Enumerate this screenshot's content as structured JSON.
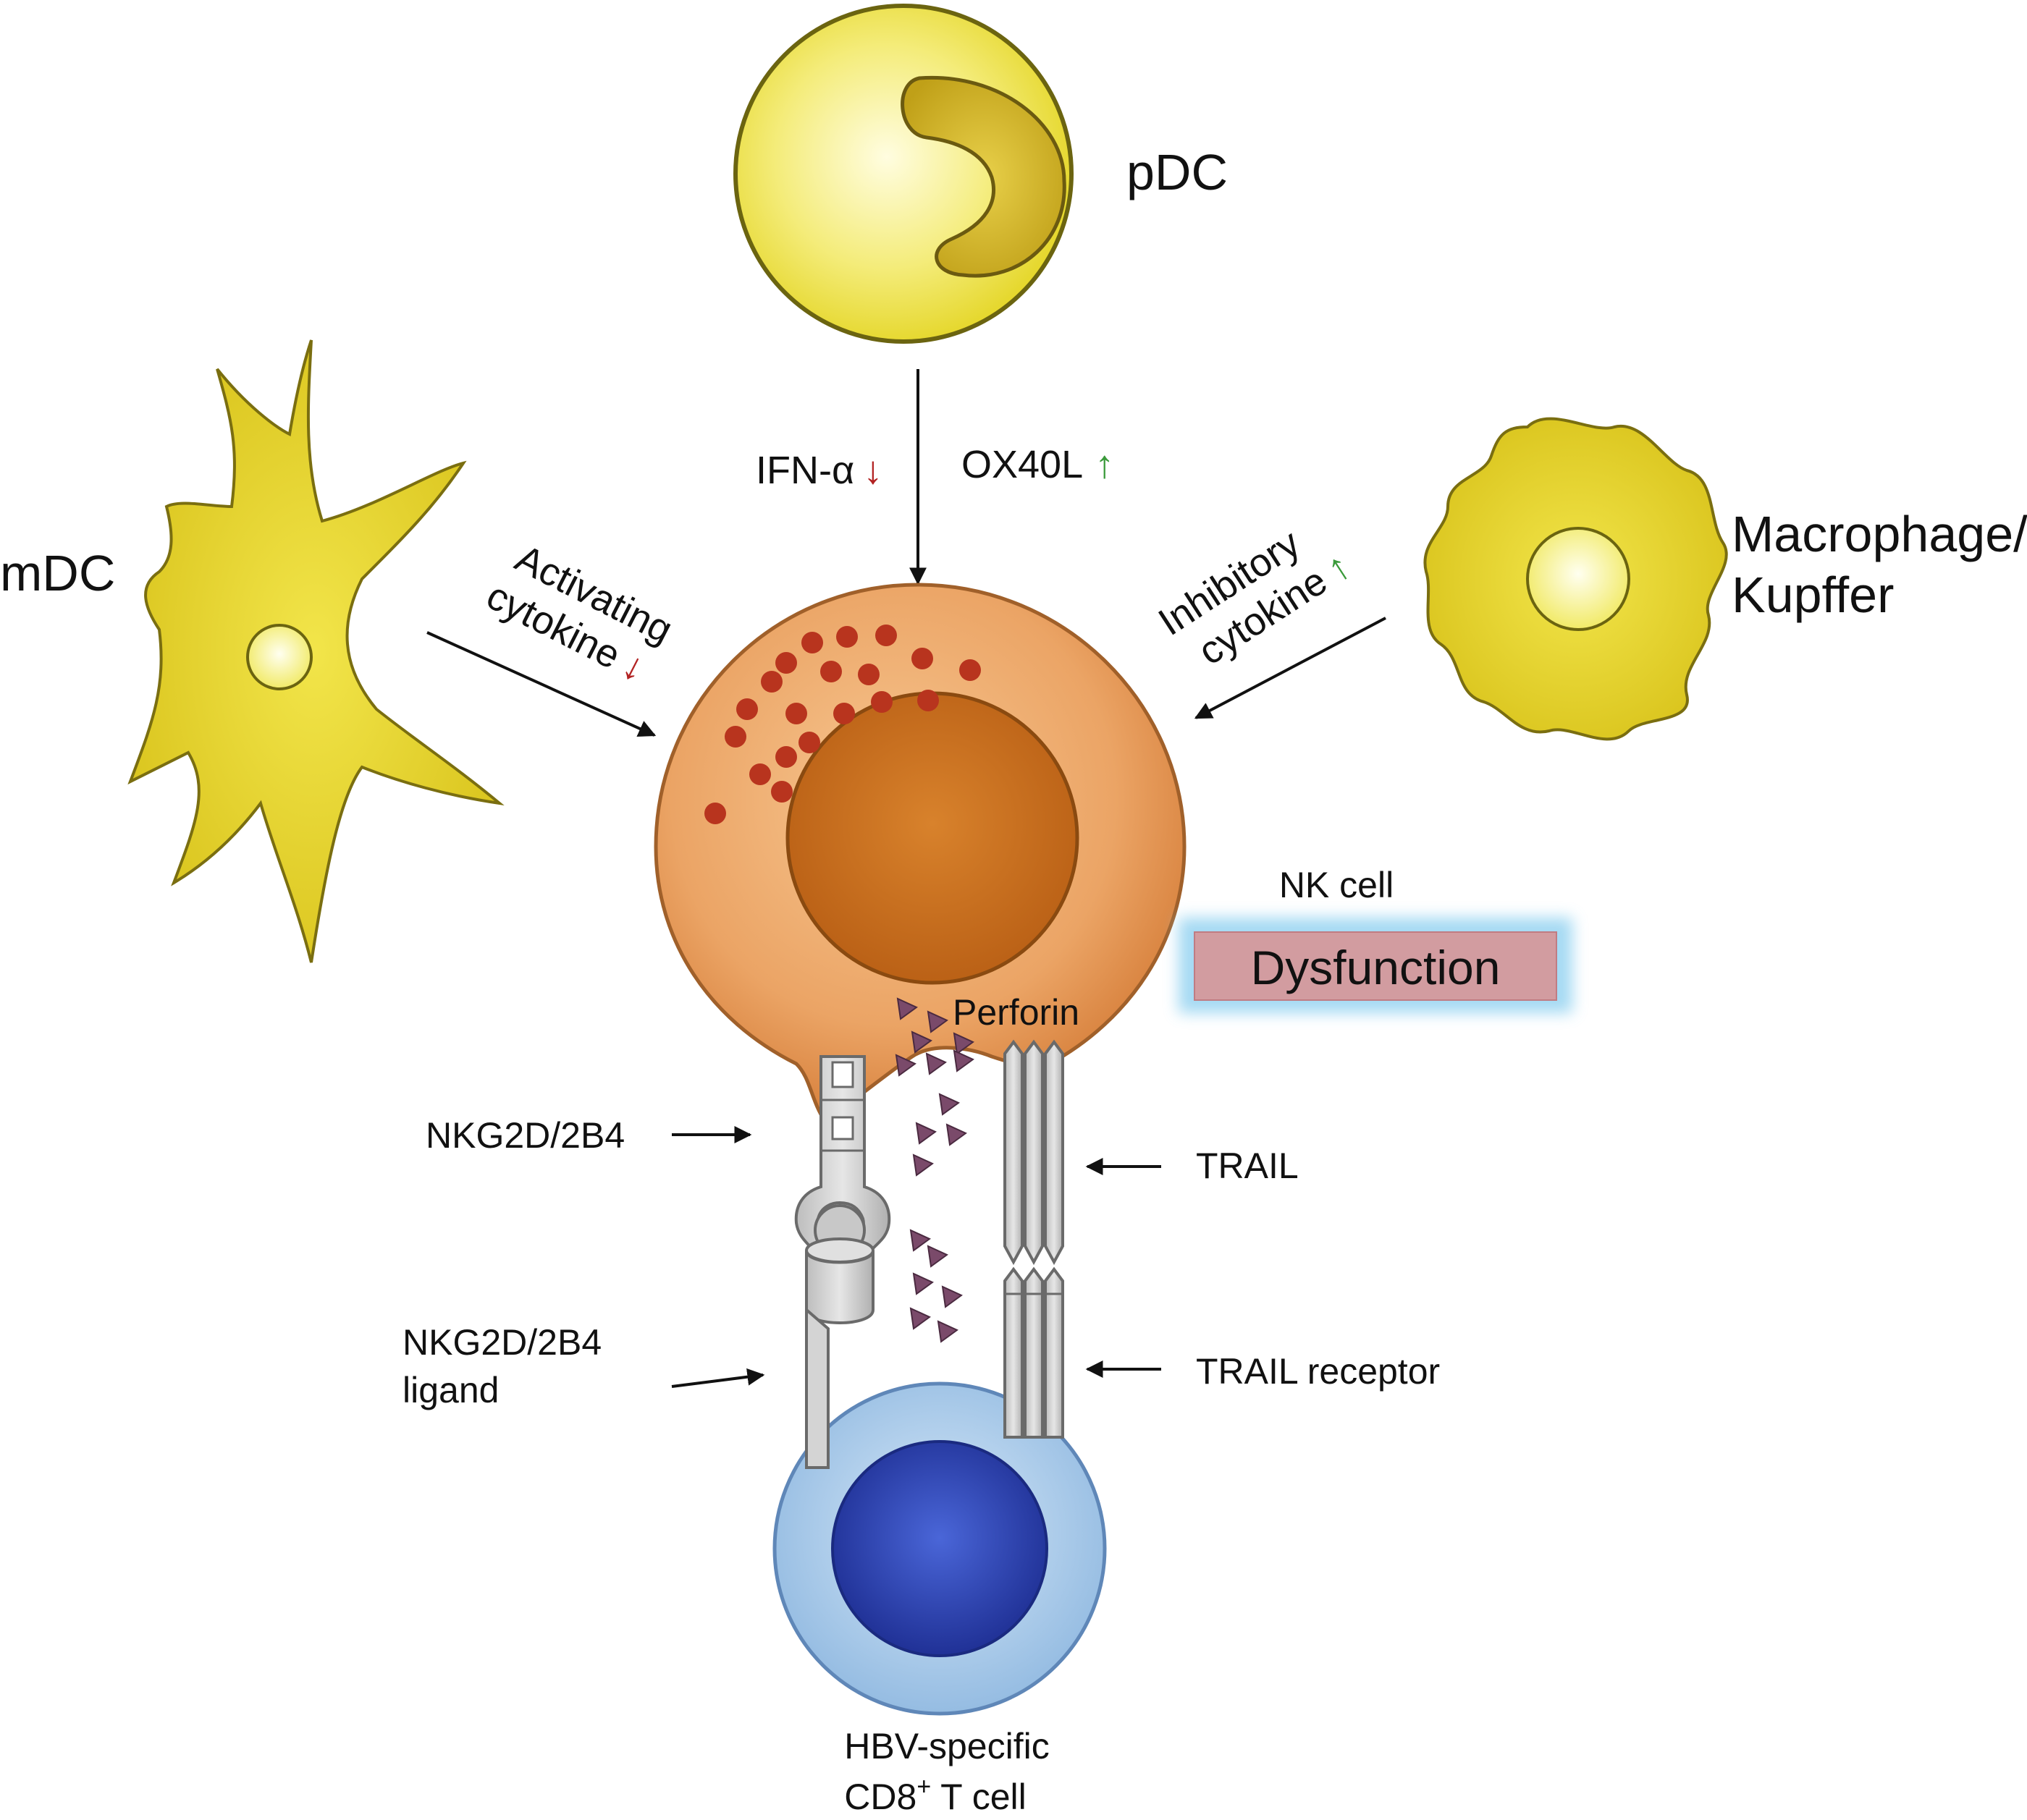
{
  "labels": {
    "pdc": "pDC",
    "mdc": "mDC",
    "macrophage_line1": "Macrophage/",
    "macrophage_line2": "Kupffer",
    "ifn": "IFN-α",
    "ox40l": "OX40L",
    "activating_line1": "Activating",
    "activating_line2": "cytokine",
    "inhibitory_line1": "Inhibitory",
    "inhibitory_line2": "cytokine",
    "nk_cell": "NK cell",
    "dysfunction": "Dysfunction",
    "perforin": "Perforin",
    "nkg2d": "NKG2D/2B4",
    "nkg2d_ligand_line1": "NKG2D/2B4",
    "nkg2d_ligand_line2": "ligand",
    "trail": "TRAIL",
    "trail_receptor": "TRAIL receptor",
    "tcell_line1": "HBV-specific",
    "tcell_line2_a": "CD8",
    "tcell_line2_sup": "+",
    "tcell_line2_b": " T cell"
  },
  "indicators": {
    "down": "↓",
    "up": "↑",
    "ifn": "↓",
    "ox40l": "↑",
    "activating": "↓",
    "inhibitory": "↑"
  },
  "colors": {
    "down_arrow": "#b22222",
    "up_arrow": "#3a9a3a",
    "yellow_cell": "#e8dc2a",
    "nk_cell": "#e09050",
    "nk_nucleus": "#c0661a",
    "granule": "#b8341e",
    "perforin": "#7a4a6a",
    "dysfunction_box": "#d29ca0",
    "tcell": "#9cc3e8",
    "tcell_nucleus": "#2a3fa8"
  }
}
